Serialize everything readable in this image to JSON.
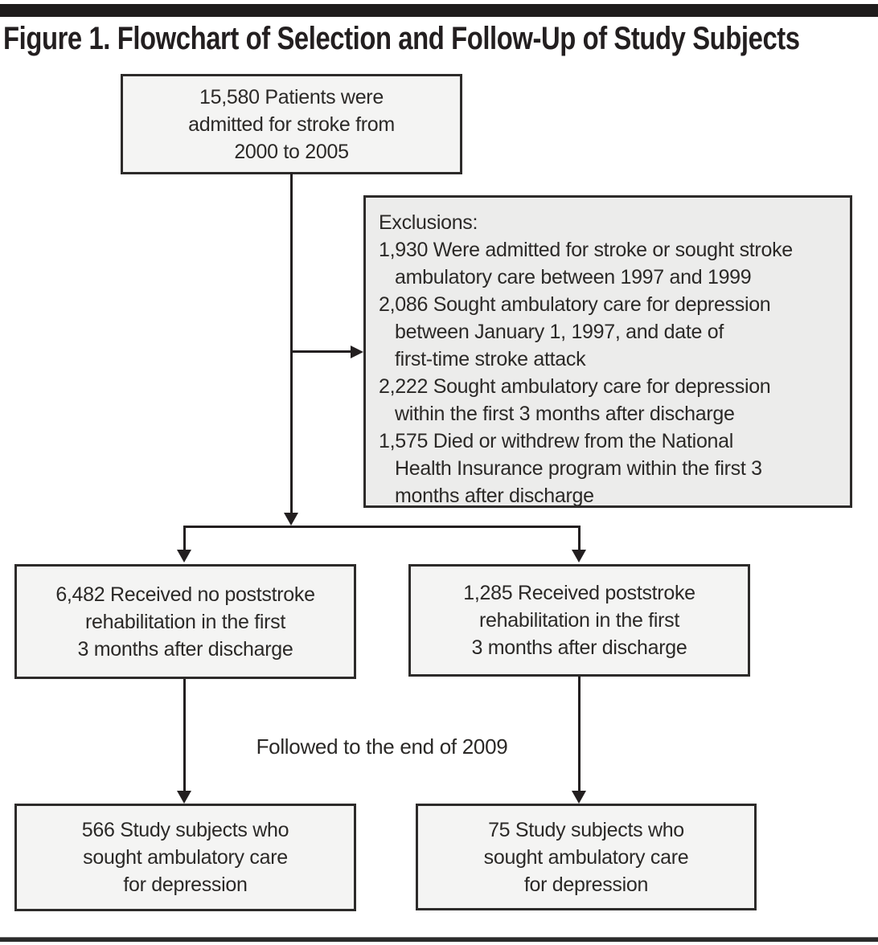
{
  "figure": {
    "title": "Figure 1. Flowchart of Selection and Follow-Up of Study Subjects"
  },
  "colors": {
    "rule": "#1e1c1c",
    "box_fill": "#f4f4f3",
    "exclusions_fill": "#ececeb",
    "box_border": "#2d2b2a",
    "line": "#231f20",
    "text": "#2b2927"
  },
  "nodes": {
    "admitted": {
      "lines": [
        "15,580 Patients were",
        "admitted for stroke from",
        "2000 to 2005"
      ]
    },
    "exclusions": {
      "heading": "Exclusions:",
      "lines": [
        {
          "text": "1,930 Were admitted for stroke or sought stroke",
          "indent": false
        },
        {
          "text": "ambulatory care between 1997 and 1999",
          "indent": true
        },
        {
          "text": "2,086 Sought ambulatory care for depression",
          "indent": false
        },
        {
          "text": "between January 1, 1997, and date of",
          "indent": true
        },
        {
          "text": "first-time stroke attack",
          "indent": true
        },
        {
          "text": "2,222 Sought ambulatory care for depression",
          "indent": false
        },
        {
          "text": "within the first 3 months after discharge",
          "indent": true
        },
        {
          "text": "1,575 Died or withdrew from the National",
          "indent": false
        },
        {
          "text": "Health Insurance program within the first 3",
          "indent": true
        },
        {
          "text": "months after discharge",
          "indent": true
        }
      ]
    },
    "no_rehab": {
      "lines": [
        "6,482 Received no poststroke",
        "rehabilitation in the first",
        "3 months after discharge"
      ]
    },
    "rehab": {
      "lines": [
        "1,285 Received poststroke",
        "rehabilitation in the first",
        "3 months after discharge"
      ]
    },
    "followup_note": "Followed to the end of 2009",
    "no_rehab_depression": {
      "lines": [
        "566 Study subjects who",
        "sought ambulatory care",
        "for depression"
      ]
    },
    "rehab_depression": {
      "lines": [
        "75 Study subjects who",
        "sought ambulatory care",
        "for depression"
      ]
    }
  }
}
